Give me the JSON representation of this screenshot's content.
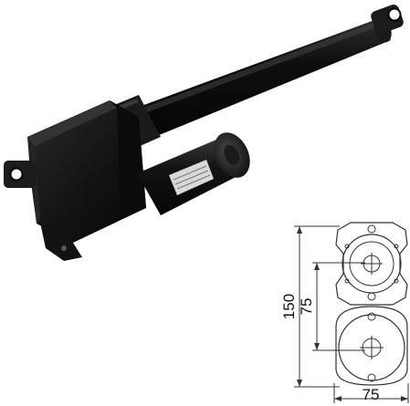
{
  "drawing": {
    "dimensions": {
      "height_total": "150",
      "height_half": "75",
      "width": "75"
    }
  },
  "colors": {
    "actuator_body": "#151515",
    "line": "#333333",
    "label": "#d9d9d9"
  }
}
